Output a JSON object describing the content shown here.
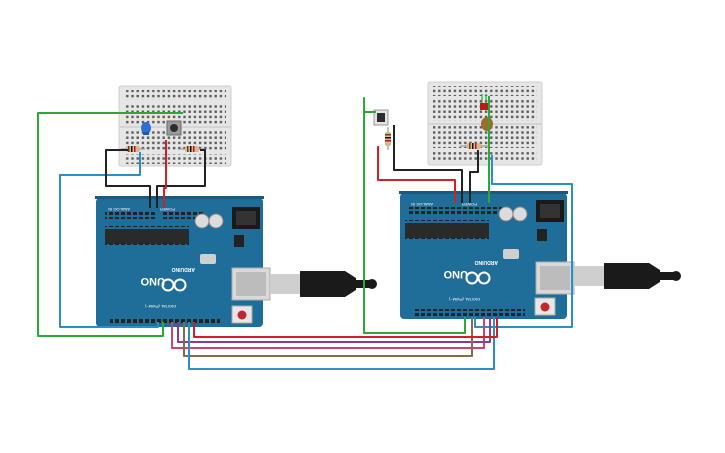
{
  "boards": [
    {
      "model_label": "UNO",
      "brand_label": "ARDUINO",
      "digital_label": "DIGITAL (PWM~)",
      "power_label": "POWER",
      "analog_label": "ANALOG IN"
    },
    {
      "model_label": "UNO",
      "brand_label": "ARDUINO",
      "digital_label": "DIGITAL (PWM~)",
      "power_label": "POWER",
      "analog_label": "ANALOG IN"
    }
  ],
  "colors": {
    "board": "#1f6d99",
    "breadboard": "#e6e6e6",
    "wire_green": "#2fa63a",
    "wire_black": "#222222",
    "wire_red": "#d0202a",
    "wire_blue": "#2a8fc6",
    "wire_purple": "#8e3a8e",
    "wire_pink": "#c8456f",
    "wire_brown": "#8a6a4a",
    "led_blue": "#2b6fd1",
    "led_red": "#b21d1d",
    "usb_cable": "#1a1a1a"
  },
  "components": {
    "left_breadboard": [
      "led-blue",
      "pushbutton",
      "resistor",
      "resistor"
    ],
    "right_breadboard": [
      "led-red",
      "capacitor",
      "resistor"
    ],
    "standalone": [
      "pushbutton",
      "resistor"
    ]
  }
}
